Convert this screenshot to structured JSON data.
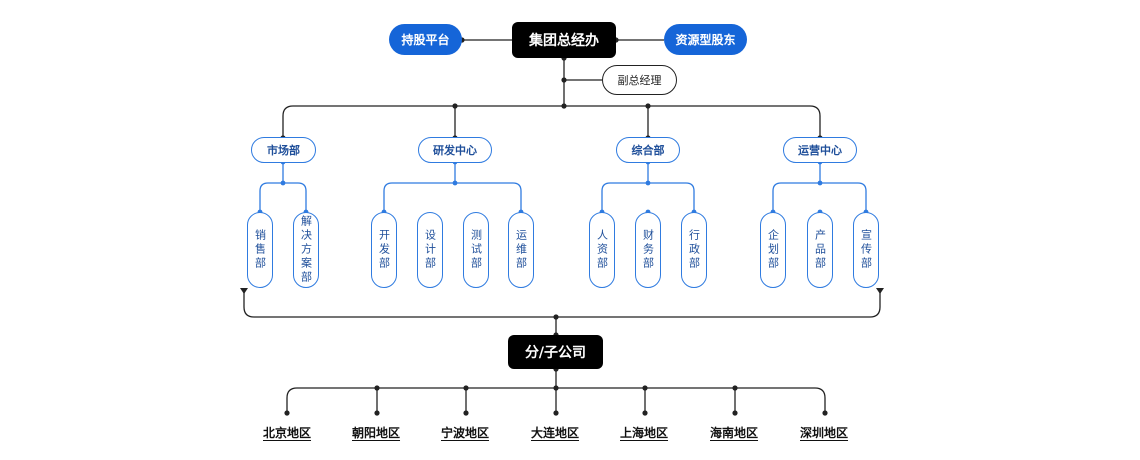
{
  "top": {
    "center": "集团总经办",
    "left": "持股平台",
    "right": "资源型股东",
    "deputy": "副总经理"
  },
  "departments": [
    {
      "name": "市场部",
      "subs": [
        "销售部",
        "解决方案部"
      ]
    },
    {
      "name": "研发中心",
      "subs": [
        "开发部",
        "设计部",
        "测试部",
        "运维部"
      ]
    },
    {
      "name": "综合部",
      "subs": [
        "人资部",
        "财务部",
        "行政部"
      ]
    },
    {
      "name": "运营中心",
      "subs": [
        "企划部",
        "产品部",
        "宣传部"
      ]
    }
  ],
  "subsidiary": "分/子公司",
  "regions": [
    "北京地区",
    "朝阳地区",
    "宁波地区",
    "大连地区",
    "上海地区",
    "海南地区",
    "深圳地区"
  ],
  "colors": {
    "blue": "#1565d8",
    "light_blue": "#2f7be0",
    "black": "#000000"
  }
}
